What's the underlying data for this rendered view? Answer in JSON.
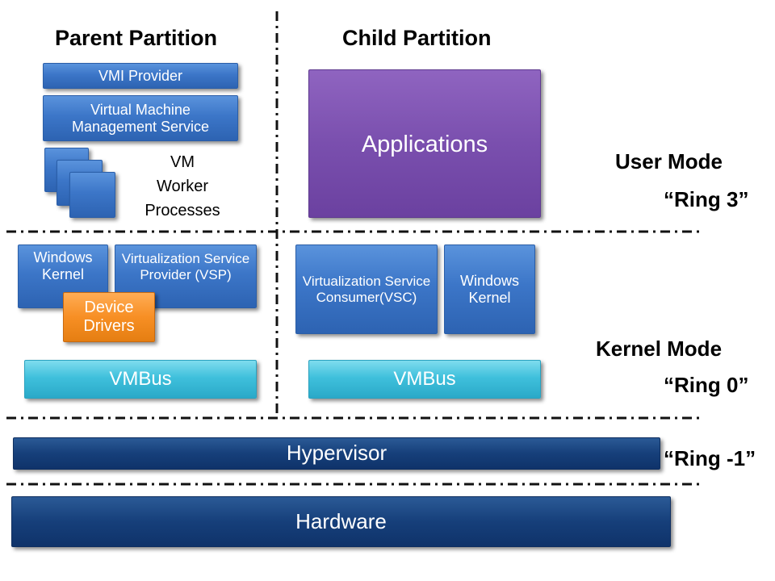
{
  "parent_partition": {
    "title": "Parent Partition",
    "vmi_provider": "VMI Provider",
    "vmms": "Virtual Machine Management Service",
    "vm_worker": [
      "VM",
      "Worker",
      "Processes"
    ],
    "windows_kernel": "Windows Kernel",
    "vsp": "Virtualization Service Provider (VSP)",
    "device_drivers": "Device Drivers",
    "vmbus": "VMBus"
  },
  "child_partition": {
    "title": "Child Partition",
    "applications": "Applications",
    "vsc": "Virtualization Service Consumer(VSC)",
    "windows_kernel": "Windows Kernel",
    "vmbus": "VMBus"
  },
  "modes": {
    "user_mode": "User Mode",
    "ring3": "“Ring 3”",
    "kernel_mode": "Kernel Mode",
    "ring0": "“Ring 0”",
    "ring_minus1": "“Ring -1”"
  },
  "hypervisor": "Hypervisor",
  "hardware": "Hardware"
}
